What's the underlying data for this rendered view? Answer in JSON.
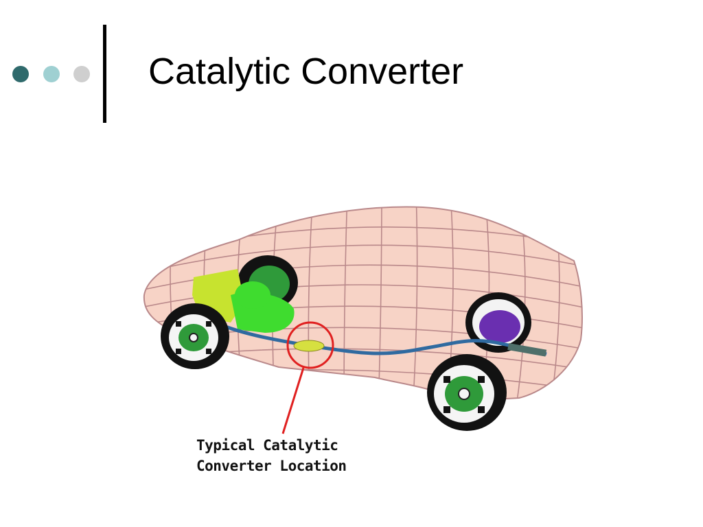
{
  "slide": {
    "title": "Catalytic Converter",
    "accent_colors": {
      "dot_1": "#2f6a6c",
      "dot_2": "#9fd0d2",
      "dot_3": "#cfcfcf",
      "rule": "#000000"
    }
  },
  "figure": {
    "callout_line_1": "Typical Catalytic",
    "callout_line_2": "Converter Location",
    "colors": {
      "body_fill": "#f7d3c6",
      "body_grid": "#b9888a",
      "engine": "#c7e32f",
      "engine_green": "#3fdc2f",
      "tire": "#121212",
      "wheel_green": "#2f9a3a",
      "fuel_tank": "#6a2fb0",
      "exhaust_pipe": "#2f6aa0",
      "converter": "#d6e040",
      "highlight_circle": "#e02020"
    }
  }
}
